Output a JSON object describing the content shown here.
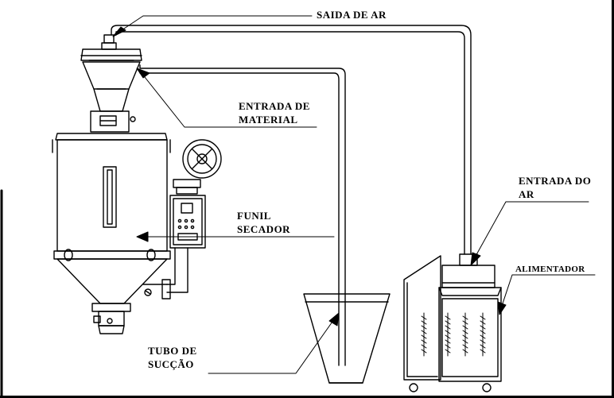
{
  "labels": {
    "saida_de_ar": "SAIDA DE AR",
    "entrada_de_material_1": "ENTRADA DE",
    "entrada_de_material_2": "MATERIAL",
    "funil_secador_1": "FUNIL",
    "funil_secador_2": "SECADOR",
    "entrada_do_ar_1": "ENTRADA DO",
    "entrada_do_ar_2": "AR",
    "alimentador": "ALIMENTADOR",
    "tubo_de_succao_1": "TUBO DE",
    "tubo_de_succao_2": "SUCÇÃO"
  },
  "colors": {
    "line": "#000000",
    "panel_fill": "#ffffff",
    "shade": "#cfcfcf"
  }
}
